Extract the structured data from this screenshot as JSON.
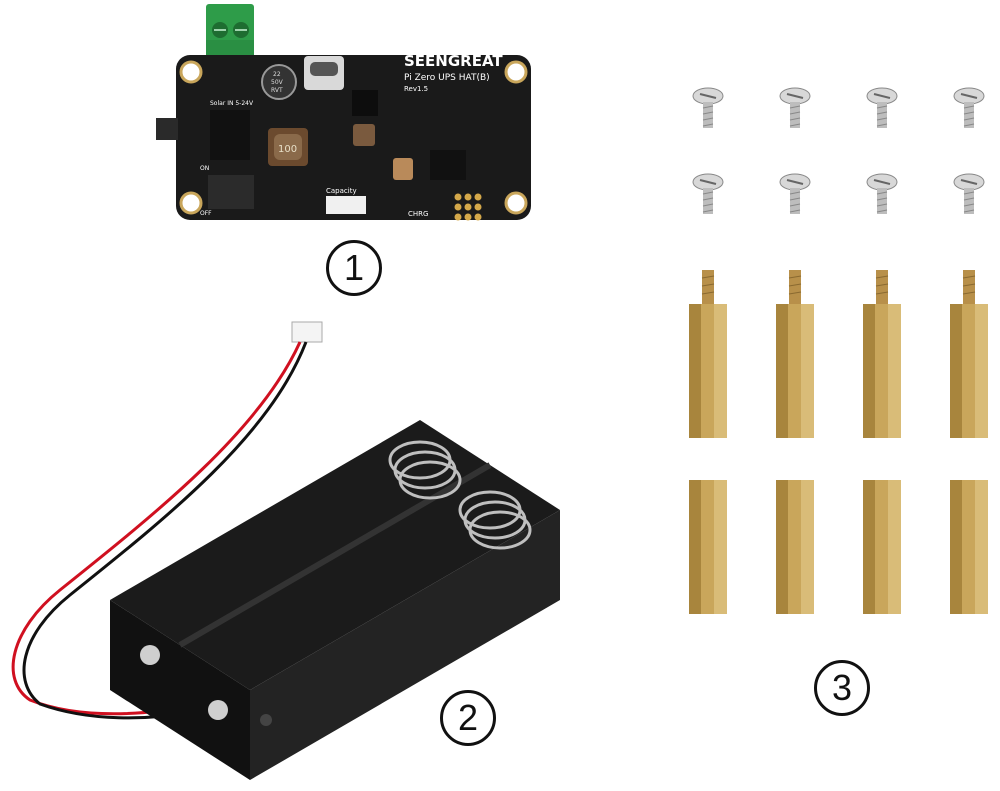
{
  "board": {
    "brand": "SEENGREAT",
    "model": "Pi Zero UPS HAT(B)",
    "revision": "Rev1.5",
    "solar_label": "Solar IN 5-24V",
    "capacity_label": "Capacity",
    "chrg_label": "CHRG",
    "on_label": "ON",
    "off_label": "OFF",
    "inductor_marking": "100",
    "cap_lines": [
      "22",
      "50V",
      "RVT"
    ]
  },
  "battery_holder": {
    "wire_colors": [
      "#d01020",
      "#111111"
    ]
  },
  "hardware": {
    "screws_count": 8,
    "standoffs_count": 8
  },
  "labels": {
    "item1": "1",
    "item2": "2",
    "item3": "3"
  },
  "colors": {
    "pcb": "#1a1a1a",
    "terminal": "#2e9c49",
    "brass": "#c9a65b",
    "screw": "#c8c8c8"
  }
}
